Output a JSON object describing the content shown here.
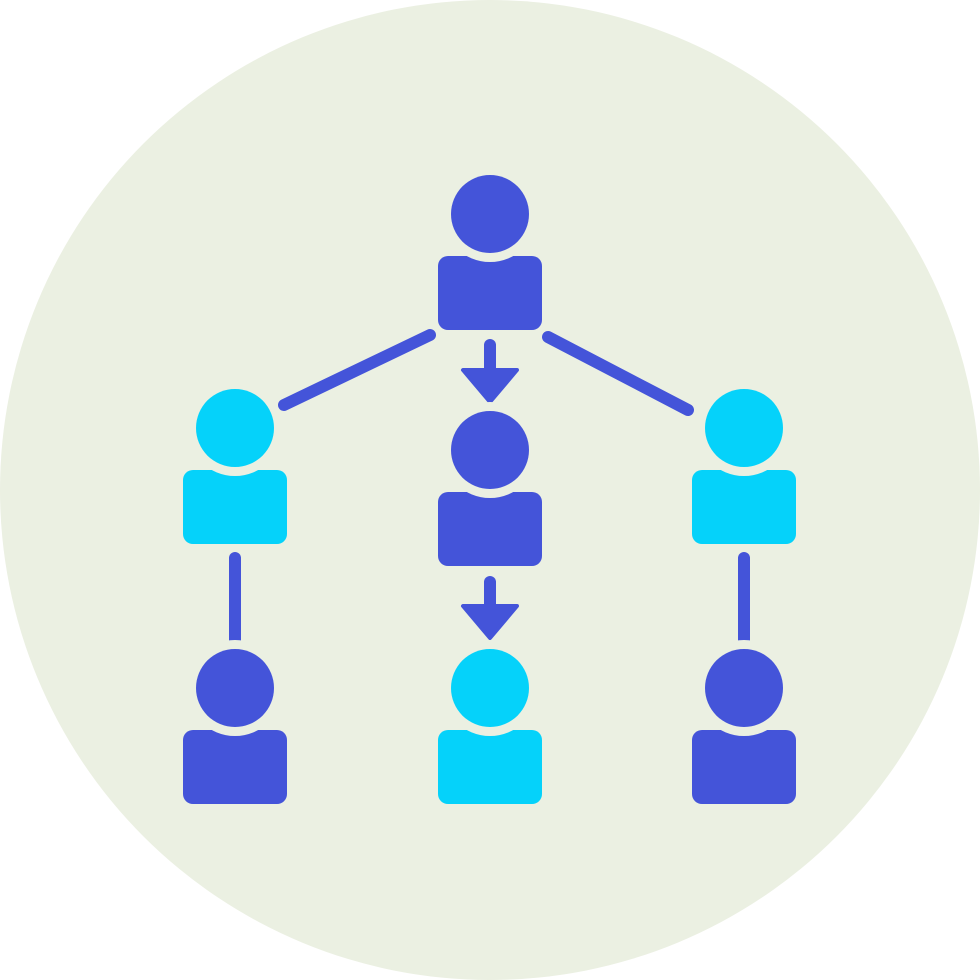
{
  "icon": {
    "name": "hierarchy-network-icon",
    "colors": {
      "background_circle": "#EBF0E2",
      "primary_person": "#4454D9",
      "secondary_person": "#05D2FA",
      "connector": "#4454D9"
    }
  },
  "people": [
    {
      "id": "top",
      "role": "primary"
    },
    {
      "id": "left-upper",
      "role": "secondary"
    },
    {
      "id": "middle-upper",
      "role": "primary"
    },
    {
      "id": "right-upper",
      "role": "secondary"
    },
    {
      "id": "left-lower",
      "role": "primary"
    },
    {
      "id": "middle-lower",
      "role": "secondary"
    },
    {
      "id": "right-lower",
      "role": "primary"
    }
  ],
  "connections": [
    {
      "from": "top",
      "to": "left-upper",
      "style": "line"
    },
    {
      "from": "top",
      "to": "middle-upper",
      "style": "arrow"
    },
    {
      "from": "top",
      "to": "right-upper",
      "style": "line"
    },
    {
      "from": "left-upper",
      "to": "left-lower",
      "style": "line"
    },
    {
      "from": "middle-upper",
      "to": "middle-lower",
      "style": "arrow"
    },
    {
      "from": "right-upper",
      "to": "right-lower",
      "style": "line"
    }
  ]
}
